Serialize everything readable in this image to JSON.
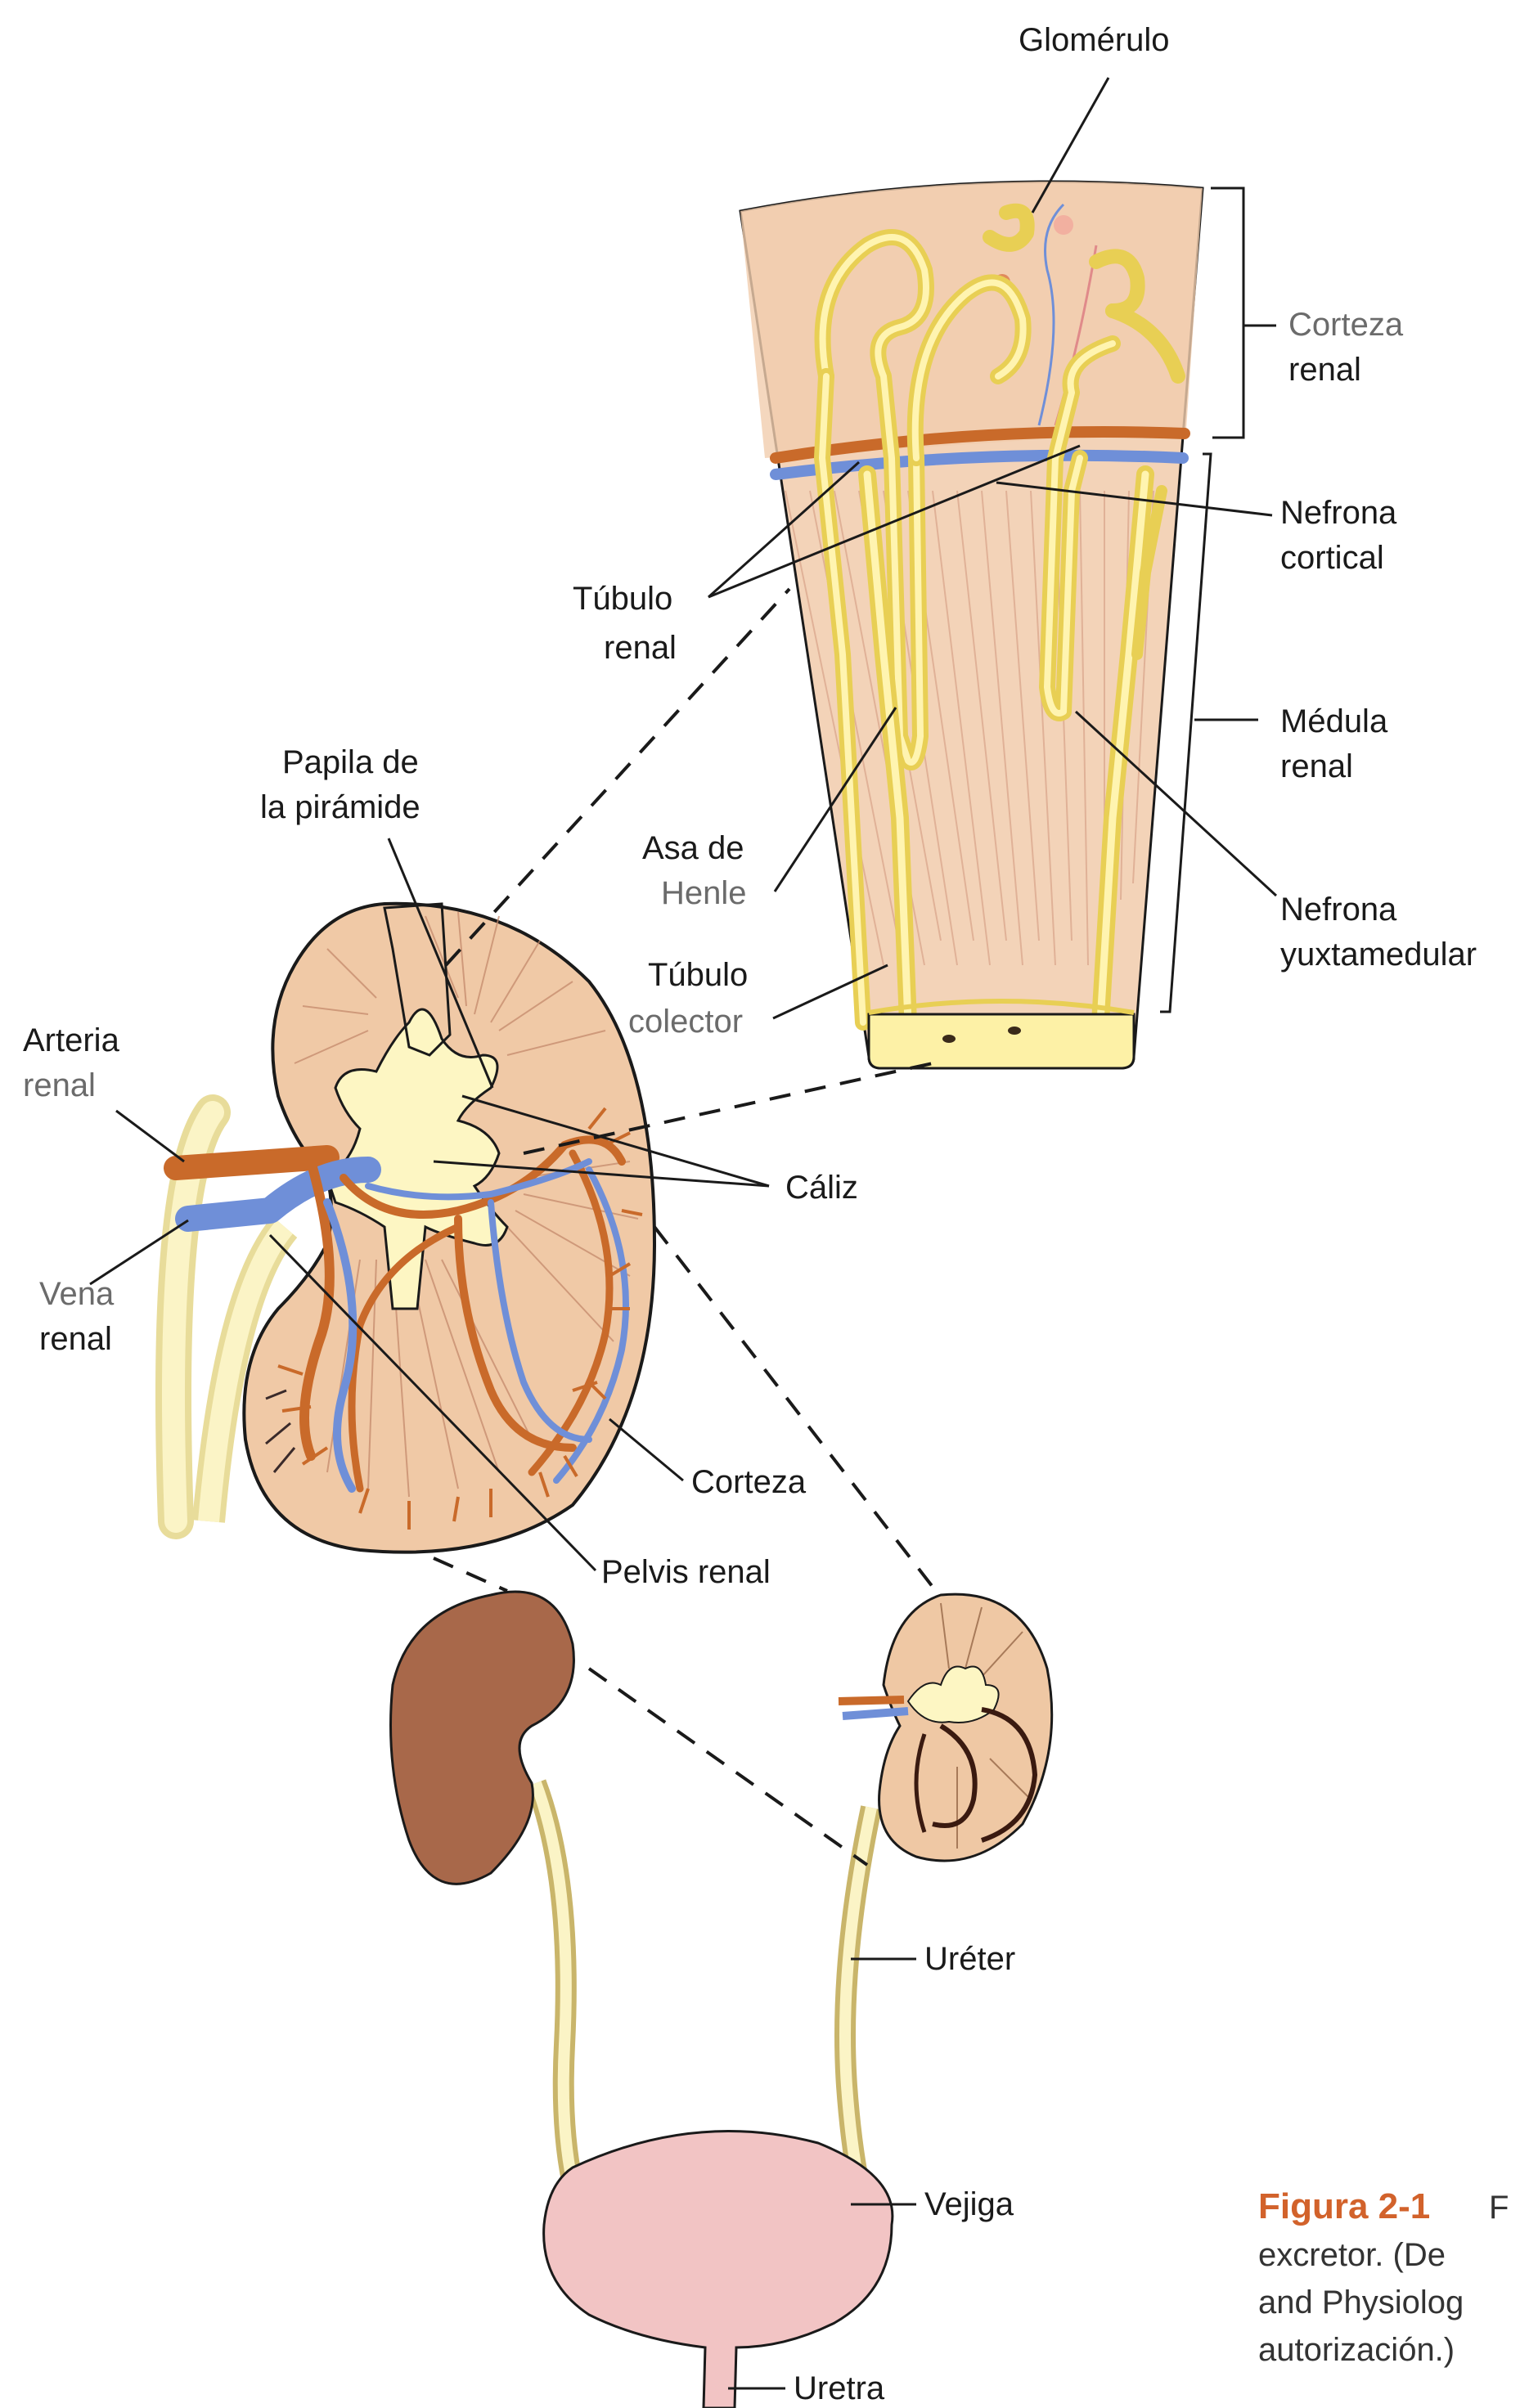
{
  "labels": {
    "glomerulo": "Glomérulo",
    "corteza_renal_1": "Corteza",
    "corteza_renal_2": "renal",
    "nefrona_cortical_1": "Nefrona",
    "nefrona_cortical_2": "cortical",
    "tubulo_renal_1": "Túbulo",
    "tubulo_renal_2": "renal",
    "medula_renal_1": "Médula",
    "medula_renal_2": "renal",
    "papila_1": "Papila de",
    "papila_2": "la pirámide",
    "asa_1": "Asa de",
    "asa_2": "Henle",
    "nefrona_yuxta_1": "Nefrona",
    "nefrona_yuxta_2": "yuxtamedular",
    "tubulo_colector_1": "Túbulo",
    "tubulo_colector_2": "colector",
    "arteria_1": "Arteria",
    "arteria_2": "renal",
    "caliz": "Cáliz",
    "vena_1": "Vena",
    "vena_2": "renal",
    "corteza": "Corteza",
    "pelvis": "Pelvis renal",
    "ureter": "Uréter",
    "vejiga": "Vejiga",
    "uretra": "Uretra"
  },
  "caption": {
    "fig_label": "Figura 2-1",
    "fig_cut": "F",
    "line1": "excretor. (De",
    "line2": "and Physiolog",
    "line3": "autorización.)"
  },
  "colors": {
    "kidney_tissue": "#f0c9a6",
    "pelvis": "#fcf6c2",
    "artery": "#c96a2a",
    "vein": "#6f8fd8",
    "tubule": "#e8cf54",
    "kidney_brown": "#a8684a",
    "bladder": "#f2c4c4",
    "caption_accent": "#d2622b"
  }
}
